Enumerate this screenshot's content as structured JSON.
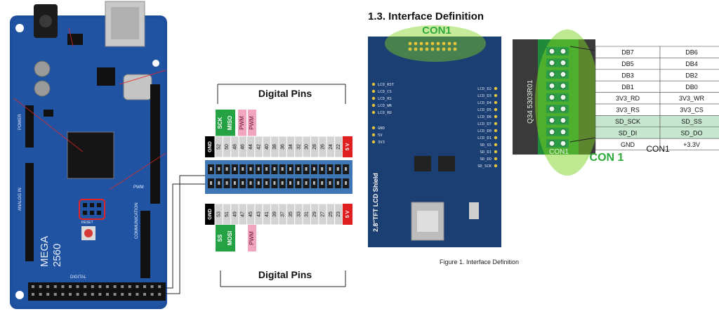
{
  "arduino": {
    "model_line1": "MEGA",
    "model_line2": "2560",
    "label_power": "POWER",
    "label_analog": "ANALOG IN",
    "label_digital": "DIGITAL",
    "label_communication": "COMMUNICATION",
    "label_pwm": "PWM",
    "label_reset": "RESET"
  },
  "header_top": {
    "title": "Digital Pins",
    "gnd": "GND",
    "v5": "5 V",
    "pins": [
      "52",
      "50",
      "48",
      "46",
      "44",
      "42",
      "40",
      "38",
      "36",
      "34",
      "32",
      "30",
      "28",
      "26",
      "24",
      "22"
    ],
    "tags": {
      "sck": "SCK",
      "miso": "MISO",
      "pwm1": "PWM",
      "pwm2": "PWM"
    }
  },
  "header_bottom": {
    "title": "Digital Pins",
    "gnd": "GND",
    "v5": "5 V",
    "pins": [
      "53",
      "51",
      "49",
      "47",
      "45",
      "43",
      "41",
      "39",
      "37",
      "35",
      "33",
      "31",
      "29",
      "27",
      "25",
      "23"
    ],
    "tags": {
      "ss": "SS",
      "mosi": "MOSI",
      "pwm": "PWM"
    }
  },
  "section": {
    "heading": "1.3.   Interface Definition",
    "con1_top": "CON1",
    "board_name": "2.8\"TFT LCD Shield",
    "left_labels": [
      "LCD_RST",
      "LCD_CS",
      "LCD_RS",
      "LCD_WR",
      "LCD_RD",
      "GND",
      "5V",
      "3V3"
    ],
    "right_labels": [
      "LCD_D2",
      "LCD_D3",
      "LCD_D4",
      "LCD_D5",
      "LCD_D6",
      "LCD_D7",
      "LCD_D0",
      "LCD_D1",
      "SD_SS",
      "SD_DI",
      "SD_DO",
      "SD_SCK"
    ],
    "figure_caption": "Figure 1.   Interface Definition"
  },
  "con1_table": {
    "rows": [
      [
        "DB7",
        "DB6"
      ],
      [
        "DB5",
        "DB4"
      ],
      [
        "DB3",
        "DB2"
      ],
      [
        "DB1",
        "DB0"
      ],
      [
        "3V3_RD",
        "3V3_WR"
      ],
      [
        "3V3_RS",
        "3V3_CS"
      ],
      [
        "SD_SCK",
        "SD_SS"
      ],
      [
        "SD_DI",
        "SD_DO"
      ],
      [
        "GND",
        "+3.3V"
      ]
    ],
    "caption": "CON1",
    "connector_label": "CON 1",
    "silk_text": "Q34 5303R01",
    "silk_con": "CON1",
    "highlight_color": "#c6e6cf",
    "oval_color": "#7ed321"
  },
  "colors": {
    "board_blue": "#1d4f9c",
    "shield_blue": "#1c3f73",
    "gnd": "#000000",
    "v5": "#e02020",
    "spi": "#25a244",
    "pwm": "#f2a5c0"
  }
}
